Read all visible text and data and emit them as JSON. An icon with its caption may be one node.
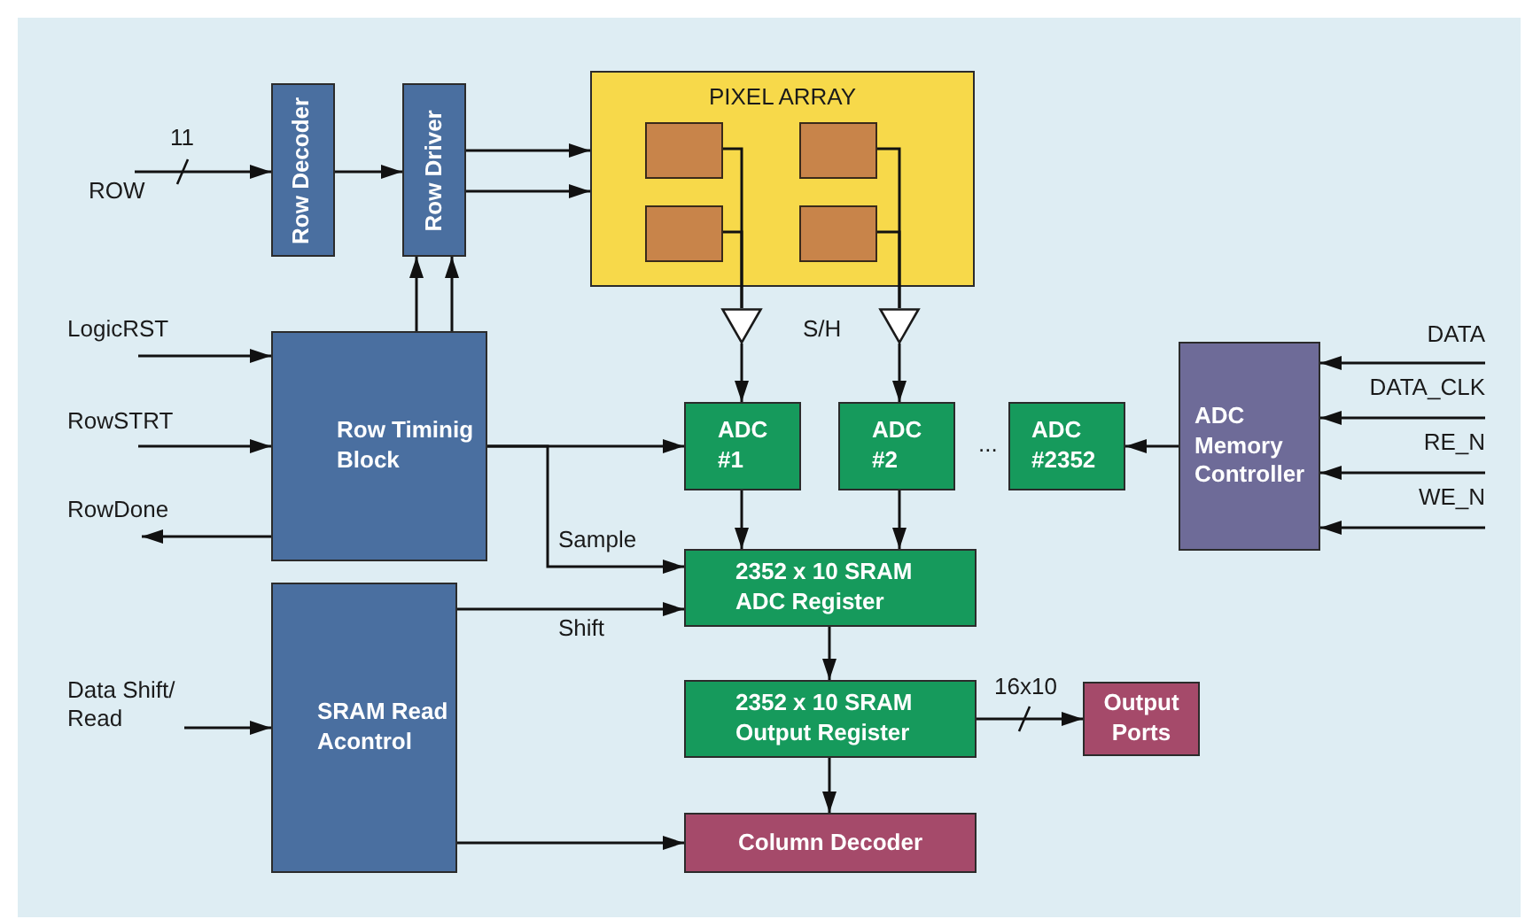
{
  "diagram": {
    "nodes": [
      {
        "text": [
          "Row Decoder"
        ]
      },
      {
        "text": [
          "Row Driver"
        ]
      },
      {
        "text": [
          "PIXEL ARRAY"
        ]
      },
      {
        "text": [],
        "shape": "box",
        "in": 2
      },
      {
        "text": [],
        "shape": "box",
        "in": 2
      },
      {
        "text": [],
        "shape": "box",
        "in": 2
      },
      {
        "text": [],
        "shape": "box",
        "in": 2
      },
      {
        "text": [],
        "shape": "triangle"
      },
      {
        "text": [],
        "shape": "triangle"
      },
      {
        "text": [
          "Row Timinig Block"
        ]
      },
      {
        "text": [
          "SRAM Read Acontrol"
        ]
      },
      {
        "text": [
          "ADC #1"
        ]
      },
      {
        "text": [
          "ADC #2"
        ]
      },
      {
        "text": [
          "ADC #2352"
        ]
      },
      {
        "text": [
          "ADC Memory Controller"
        ]
      },
      {
        "text": [
          "2352 x 10 SRAM ADC Register"
        ]
      },
      {
        "text": [
          "2352 x 10 SRAM Output Register"
        ]
      },
      {
        "text": [
          "Output Ports"
        ]
      },
      {
        "text": [
          "Column Decoder"
        ]
      },
      {
        "text": [
          "ROW"
        ]
      },
      {
        "text": [
          "LogicRST"
        ]
      },
      {
        "text": [
          "RowSTRT"
        ]
      },
      {
        "text": [
          "RowDone"
        ]
      },
      {
        "text": [
          "Data Shift/ Read"
        ]
      },
      {
        "text": [
          "DATA"
        ]
      },
      {
        "text": [
          "DATA_CLK"
        ]
      },
      {
        "text": [
          "RE_N"
        ]
      },
      {
        "text": [
          "WE_N"
        ]
      }
    ],
    "edges": [
      {
        "from": 19,
        "to": 0,
        "arrow": "to",
        "label": "11"
      },
      {
        "from": 0,
        "to": 1,
        "arrow": "to"
      },
      {
        "from": 1,
        "to": 2,
        "arrow": "to"
      },
      {
        "from": 1,
        "to": 2,
        "arrow": "to"
      },
      {
        "from": 3,
        "to": 7,
        "arrow": "none"
      },
      {
        "from": 5,
        "to": 7,
        "arrow": "none"
      },
      {
        "from": 4,
        "to": 8,
        "arrow": "none"
      },
      {
        "from": 6,
        "to": 8,
        "arrow": "none"
      },
      {
        "from": 7,
        "to": 11,
        "arrow": "to"
      },
      {
        "from": 8,
        "to": 12,
        "arrow": "to"
      },
      {
        "from": 9,
        "to": 1,
        "arrow": "to"
      },
      {
        "from": 9,
        "to": 1,
        "arrow": "to"
      },
      {
        "from": 20,
        "to": 9,
        "arrow": "to"
      },
      {
        "from": 21,
        "to": 9,
        "arrow": "to"
      },
      {
        "from": 9,
        "to": 22,
        "arrow": "to"
      },
      {
        "from": 9,
        "to": 11,
        "arrow": "to"
      },
      {
        "from": 9,
        "to": 15,
        "arrow": "to",
        "label": "Sample"
      },
      {
        "from": 10,
        "to": 15,
        "arrow": "to",
        "label": "Shift"
      },
      {
        "from": 23,
        "to": 10,
        "arrow": "to"
      },
      {
        "from": 10,
        "to": 18,
        "arrow": "to"
      },
      {
        "from": 14,
        "to": 13,
        "arrow": "to"
      },
      {
        "from": 24,
        "to": 14,
        "arrow": "to"
      },
      {
        "from": 25,
        "to": 14,
        "arrow": "to"
      },
      {
        "from": 26,
        "to": 14,
        "arrow": "to"
      },
      {
        "from": 27,
        "to": 14,
        "arrow": "to"
      },
      {
        "from": 11,
        "to": 15,
        "arrow": "to"
      },
      {
        "from": 12,
        "to": 15,
        "arrow": "to"
      },
      {
        "from": 15,
        "to": 16,
        "arrow": "to"
      },
      {
        "from": 16,
        "to": 17,
        "arrow": "to",
        "label": "16x10"
      },
      {
        "from": 16,
        "to": 18,
        "arrow": "to"
      }
    ],
    "labels": [
      "S/H",
      "..."
    ]
  }
}
